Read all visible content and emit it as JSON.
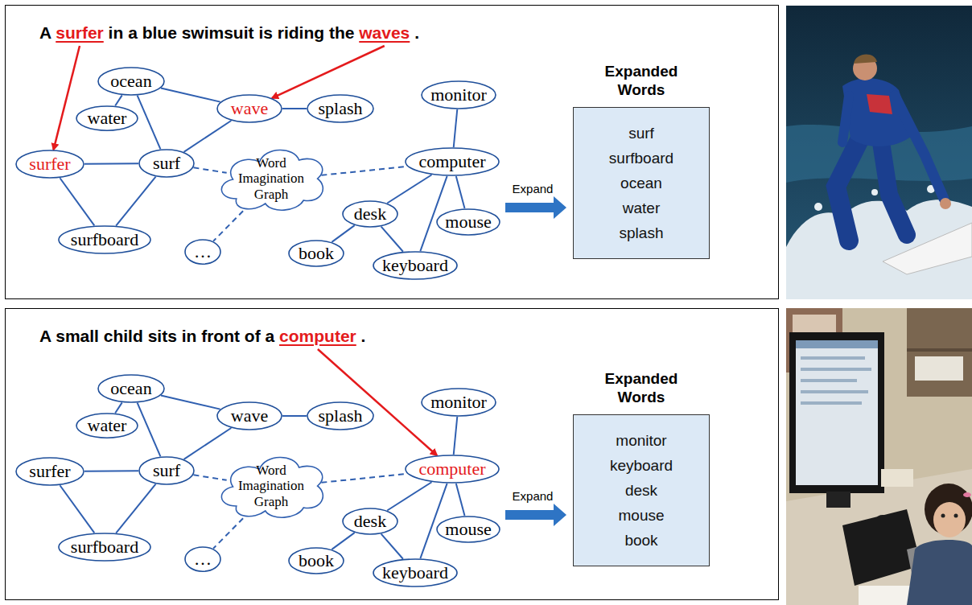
{
  "diagram": {
    "nodes": [
      {
        "text": [
          "A surfer in a blue swimsuit is riding the waves ."
        ]
      },
      {
        "text": [
          "ocean"
        ],
        "in": 0
      },
      {
        "text": [
          "water"
        ],
        "in": 0
      },
      {
        "text": [
          "wave"
        ],
        "in": 0
      },
      {
        "text": [
          "splash"
        ],
        "in": 0
      },
      {
        "text": [
          "monitor"
        ],
        "in": 0
      },
      {
        "text": [
          "surfer"
        ],
        "in": 0
      },
      {
        "text": [
          "surf"
        ],
        "in": 0
      },
      {
        "text": [
          "Word Imagination Graph"
        ],
        "in": 0
      },
      {
        "text": [
          "computer"
        ],
        "in": 0
      },
      {
        "text": [
          "desk"
        ],
        "in": 0
      },
      {
        "text": [
          "mouse"
        ],
        "in": 0
      },
      {
        "text": [
          "surfboard"
        ],
        "in": 0
      },
      {
        "text": [
          "…"
        ],
        "in": 0
      },
      {
        "text": [
          "book"
        ],
        "in": 0
      },
      {
        "text": [
          "keyboard"
        ],
        "in": 0
      },
      {
        "text": [
          "Expanded Words",
          "surf",
          "surfboard",
          "ocean",
          "water",
          "splash"
        ],
        "in": 0
      },
      {
        "text": [
          "A small child sits in front of a computer ."
        ]
      },
      {
        "text": [
          "ocean"
        ],
        "in": 17
      },
      {
        "text": [
          "water"
        ],
        "in": 17
      },
      {
        "text": [
          "wave"
        ],
        "in": 17
      },
      {
        "text": [
          "splash"
        ],
        "in": 17
      },
      {
        "text": [
          "monitor"
        ],
        "in": 17
      },
      {
        "text": [
          "surfer"
        ],
        "in": 17
      },
      {
        "text": [
          "surf"
        ],
        "in": 17
      },
      {
        "text": [
          "Word Imagination Graph"
        ],
        "in": 17
      },
      {
        "text": [
          "computer"
        ],
        "in": 17
      },
      {
        "text": [
          "desk"
        ],
        "in": 17
      },
      {
        "text": [
          "mouse"
        ],
        "in": 17
      },
      {
        "text": [
          "surfboard"
        ],
        "in": 17
      },
      {
        "text": [
          "…"
        ],
        "in": 17
      },
      {
        "text": [
          "book"
        ],
        "in": 17
      },
      {
        "text": [
          "keyboard"
        ],
        "in": 17
      },
      {
        "text": [
          "Expanded Words",
          "monitor",
          "keyboard",
          "desk",
          "mouse",
          "book"
        ],
        "in": 17
      }
    ],
    "edges": [
      {
        "from": 1,
        "to": 2,
        "arrow": "none"
      },
      {
        "from": 1,
        "to": 3,
        "arrow": "none"
      },
      {
        "from": 1,
        "to": 7,
        "arrow": "none"
      },
      {
        "from": 3,
        "to": 4,
        "arrow": "none"
      },
      {
        "from": 7,
        "to": 3,
        "arrow": "none"
      },
      {
        "from": 6,
        "to": 7,
        "arrow": "none"
      },
      {
        "from": 6,
        "to": 12,
        "arrow": "none"
      },
      {
        "from": 7,
        "to": 12,
        "arrow": "none"
      },
      {
        "from": 7,
        "to": 8,
        "arrow": "none"
      },
      {
        "from": 8,
        "to": 9,
        "arrow": "none"
      },
      {
        "from": 8,
        "to": 13,
        "arrow": "none"
      },
      {
        "from": 9,
        "to": 5,
        "arrow": "none"
      },
      {
        "from": 9,
        "to": 10,
        "arrow": "none"
      },
      {
        "from": 9,
        "to": 11,
        "arrow": "none"
      },
      {
        "from": 9,
        "to": 15,
        "arrow": "none"
      },
      {
        "from": 10,
        "to": 14,
        "arrow": "none"
      },
      {
        "from": 10,
        "to": 15,
        "arrow": "none"
      },
      {
        "from": 18,
        "to": 19,
        "arrow": "none"
      },
      {
        "from": 18,
        "to": 20,
        "arrow": "none"
      },
      {
        "from": 18,
        "to": 24,
        "arrow": "none"
      },
      {
        "from": 20,
        "to": 21,
        "arrow": "none"
      },
      {
        "from": 24,
        "to": 20,
        "arrow": "none"
      },
      {
        "from": 23,
        "to": 24,
        "arrow": "none"
      },
      {
        "from": 23,
        "to": 29,
        "arrow": "none"
      },
      {
        "from": 24,
        "to": 29,
        "arrow": "none"
      },
      {
        "from": 24,
        "to": 25,
        "arrow": "none"
      },
      {
        "from": 25,
        "to": 26,
        "arrow": "none"
      },
      {
        "from": 25,
        "to": 30,
        "arrow": "none"
      },
      {
        "from": 26,
        "to": 22,
        "arrow": "none"
      },
      {
        "from": 26,
        "to": 27,
        "arrow": "none"
      },
      {
        "from": 26,
        "to": 28,
        "arrow": "none"
      },
      {
        "from": 26,
        "to": 32,
        "arrow": "none"
      },
      {
        "from": 27,
        "to": 31,
        "arrow": "none"
      },
      {
        "from": 27,
        "to": 32,
        "arrow": "none"
      }
    ],
    "labels": [
      "Expand",
      "Expand"
    ]
  }
}
